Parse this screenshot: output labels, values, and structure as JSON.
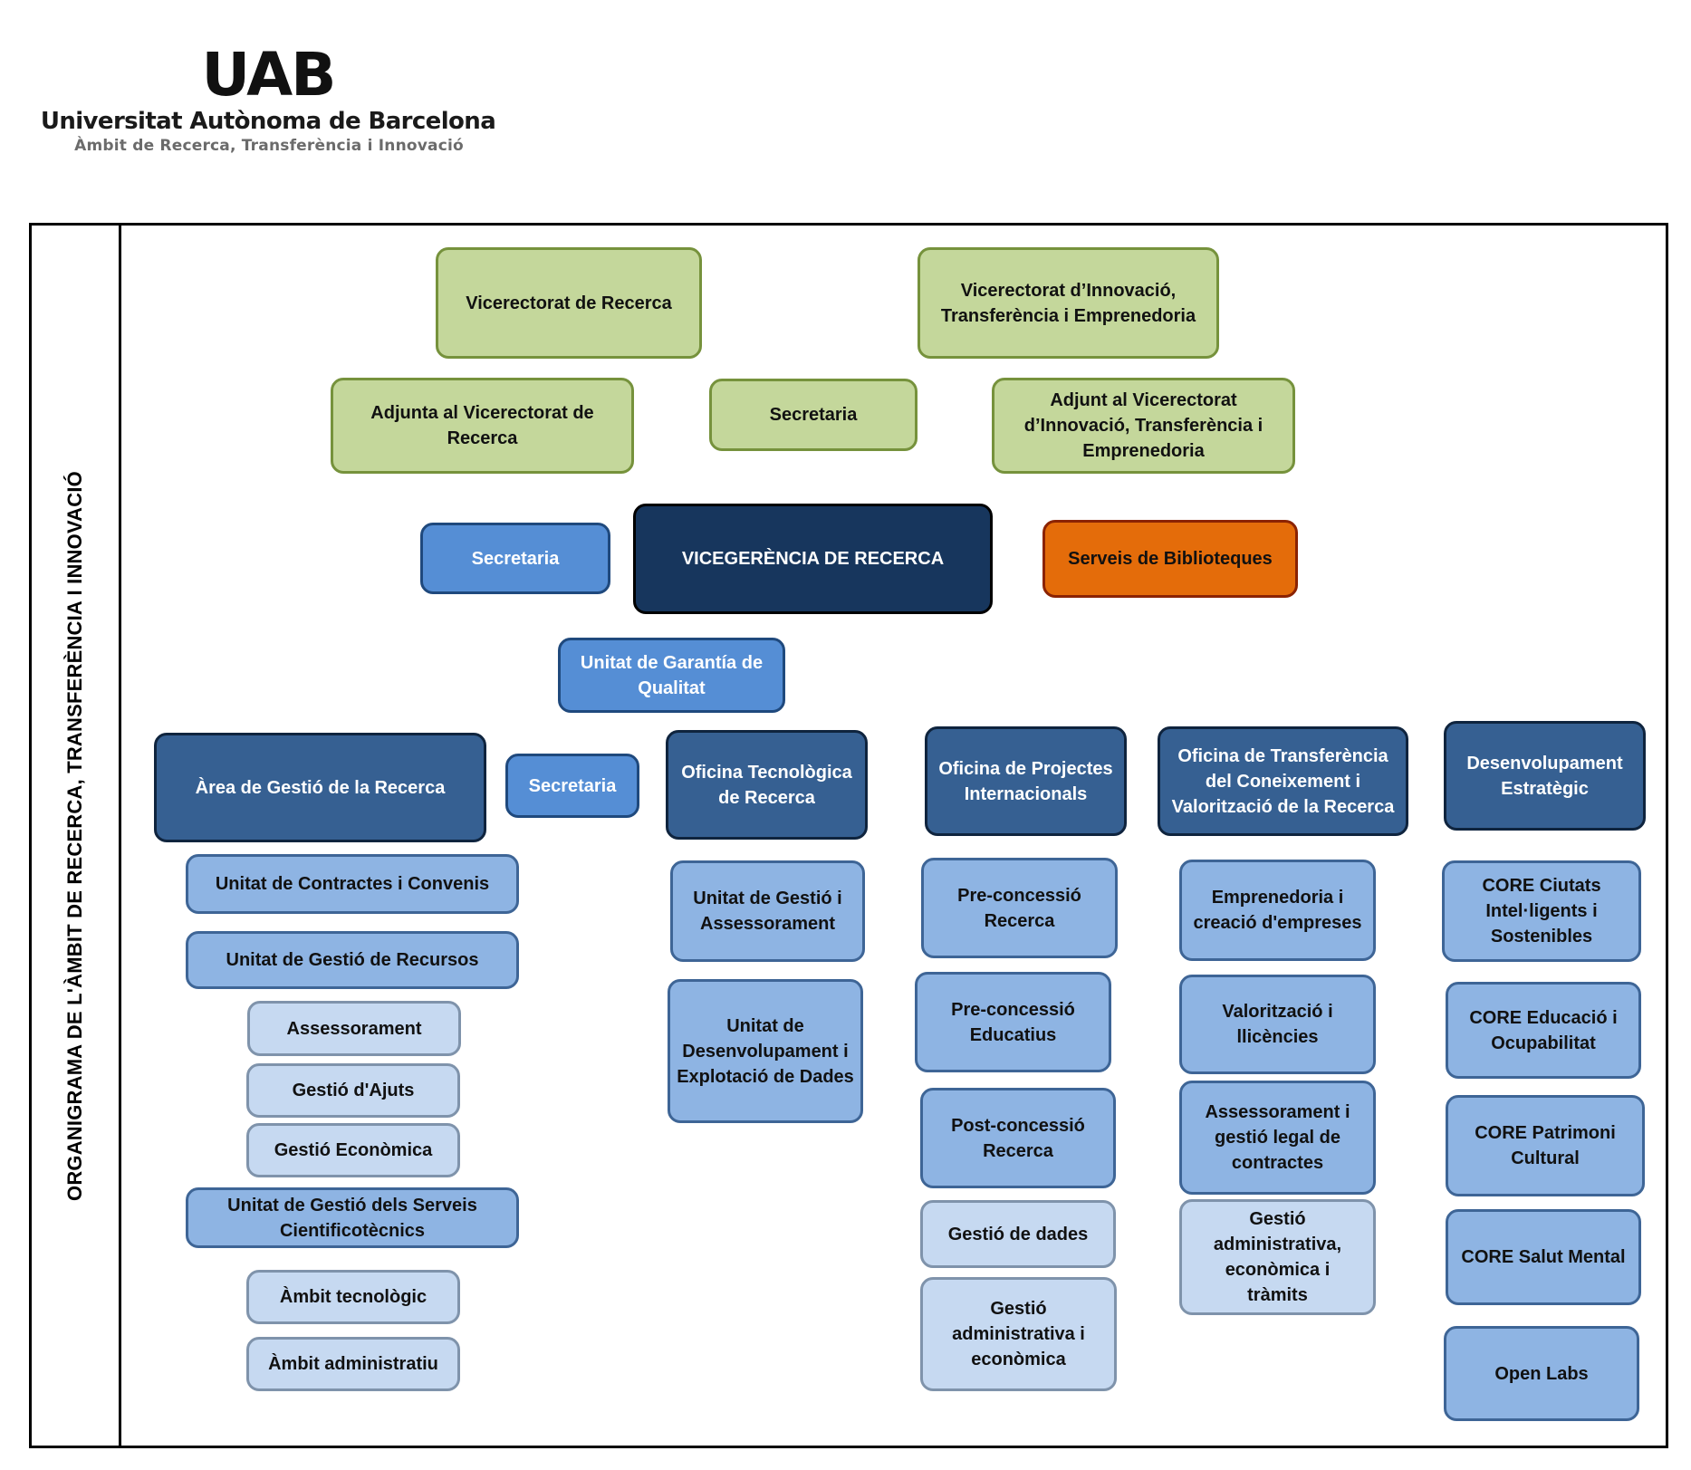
{
  "logo": {
    "acronym": "UAB",
    "university_name": "Universitat Autònoma de Barcelona",
    "subtitle": "Àmbit de Recerca, Transferència i Innovació"
  },
  "side_title": "ORGANIGRAMA DE L'ÀMBIT DE RECERCA, TRANSFERÈNCIA I INNOVACIÓ",
  "colors": {
    "green_fill": "#c4d79b",
    "green_border": "#76923c",
    "navy": "#17365d",
    "orange": "#e46c0a",
    "dark_blue": "#366092",
    "mid_blue": "#558ed5",
    "light_blue": "#8eb4e3",
    "pale_blue": "#c6d9f1"
  },
  "top": {
    "vicerectorat_recerca": "Vicerectorat de Recerca",
    "vicerectorat_innovacio": "Vicerectorat d’Innovació, Transferència i Emprenedoria",
    "adjunta_recerca": "Adjunta al Vicerectorat  de Recerca",
    "secretaria_vicerectorat": "Secretaria",
    "adjunt_innovacio": "Adjunt al Vicerectorat d’Innovació, Transferència i Emprenedoria"
  },
  "center": {
    "secretaria": "Secretaria",
    "vicegerencia": "VICEGERÈNCIA DE RECERCA",
    "biblioteques": "Serveis de Biblioteques",
    "garantia_qualitat": "Unitat de Garantía de Qualitat"
  },
  "departments": [
    {
      "title": "Àrea de Gestió de la Recerca",
      "secretaria": "Secretaria",
      "units": [
        {
          "label": "Unitat de Contractes i Convenis",
          "children": []
        },
        {
          "label": "Unitat de Gestió de Recursos",
          "children": [
            "Assessorament",
            "Gestió d'Ajuts",
            "Gestió Econòmica"
          ]
        },
        {
          "label": "Unitat de Gestió dels Serveis Cientificotècnics",
          "children": [
            "Àmbit tecnològic",
            "Àmbit administratiu"
          ]
        }
      ]
    },
    {
      "title": "Oficina Tecnològica de Recerca",
      "units": [
        {
          "label": "Unitat de Gestió i Assessorament"
        },
        {
          "label": "Unitat de Desenvolupament i Explotació de Dades"
        }
      ]
    },
    {
      "title": "Oficina de Projectes Internacionals",
      "units": [
        {
          "label": "Pre-concessió Recerca"
        },
        {
          "label": "Pre-concessió Educatius"
        },
        {
          "label": "Post-concessió Recerca",
          "children": [
            "Gestió de dades",
            "Gestió administrativa i econòmica"
          ]
        }
      ]
    },
    {
      "title": "Oficina de Transferència del Coneixement i Valorització de la Recerca",
      "units": [
        {
          "label": "Emprenedoria i creació d'empreses"
        },
        {
          "label": "Valorització i llicències"
        },
        {
          "label": "Assessorament i gestió legal de contractes",
          "children": [
            "Gestió administrativa, econòmica i tràmits"
          ]
        }
      ]
    },
    {
      "title": "Desenvolupament Estratègic",
      "units": [
        {
          "label": "CORE Ciutats Intel·ligents i Sostenibles"
        },
        {
          "label": "CORE Educació i Ocupabilitat"
        },
        {
          "label": "CORE Patrimoni Cultural"
        },
        {
          "label": "CORE Salut Mental"
        },
        {
          "label": "Open Labs"
        }
      ]
    }
  ]
}
